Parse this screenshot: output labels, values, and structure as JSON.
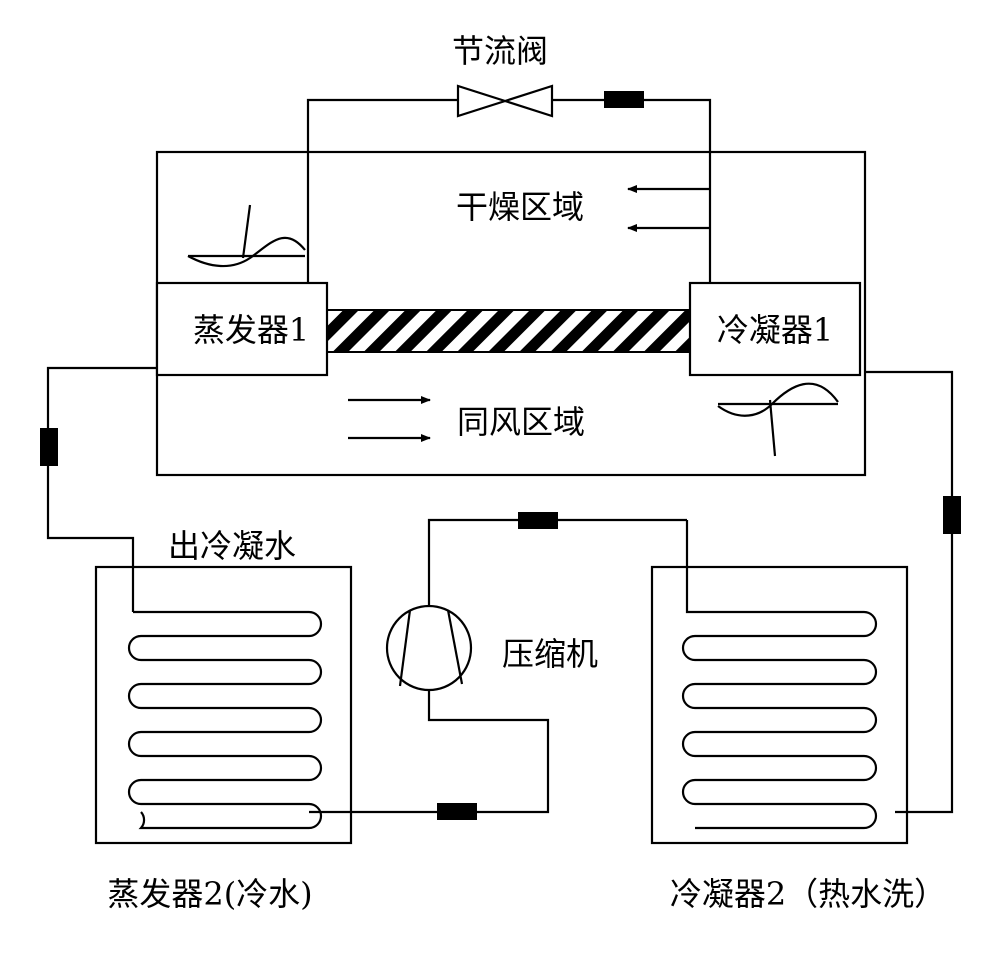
{
  "labels": {
    "throttle_valve": "节流阀",
    "drying_zone": "干燥区域",
    "same_wind_zone": "同风区域",
    "evaporator1": "蒸发器1",
    "condenser1": "冷凝器1",
    "condensate_out": "出冷凝水",
    "compressor": "压缩机",
    "evaporator2": "蒸发器2(冷水)",
    "condenser2": "冷凝器2（热水洗）"
  },
  "colors": {
    "stroke": "#000000",
    "background": "#ffffff"
  },
  "icons": [
    "valve-icon",
    "fan-icon",
    "compressor-icon",
    "arrow-icon",
    "pipe-connector-icon"
  ]
}
